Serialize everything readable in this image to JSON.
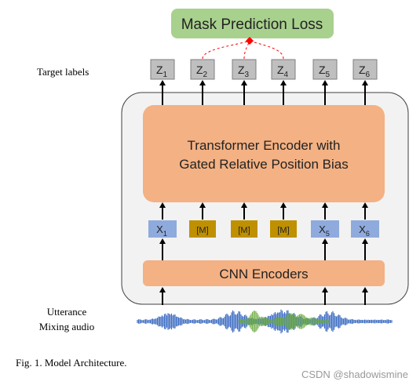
{
  "loss_label": "Mask Prediction Loss",
  "target_labels_caption": "Target labels",
  "targets": [
    {
      "base": "Z",
      "sub": "1"
    },
    {
      "base": "Z",
      "sub": "2"
    },
    {
      "base": "Z",
      "sub": "3"
    },
    {
      "base": "Z",
      "sub": "4"
    },
    {
      "base": "Z",
      "sub": "5"
    },
    {
      "base": "Z",
      "sub": "6"
    }
  ],
  "transformer_line1": "Transformer Encoder with",
  "transformer_line2": "Gated Relative Position Bias",
  "tokens": [
    {
      "base": "X",
      "sub": "1",
      "masked": false
    },
    {
      "base": "[M]",
      "sub": "",
      "masked": true
    },
    {
      "base": "[M]",
      "sub": "",
      "masked": true
    },
    {
      "base": "[M]",
      "sub": "",
      "masked": true
    },
    {
      "base": "X",
      "sub": "5",
      "masked": false
    },
    {
      "base": "X",
      "sub": "6",
      "masked": false
    }
  ],
  "cnn_label": "CNN Encoders",
  "audio_caption_line1": "Utterance",
  "audio_caption_line2": "Mixing  audio",
  "figure_caption": "Fig. 1.  Model Architecture.",
  "watermark": "CSDN @shadowismine",
  "colors": {
    "loss_fill": "#a9d18e",
    "orange": "#f4b183",
    "masked_token": "#bf9000",
    "unmasked_token": "#8faadc",
    "target_fill": "#bfbfbf",
    "panel_fill": "#f2f2f2",
    "mask_arrow": "#ff0000",
    "wave_blue": "#4472c4",
    "wave_green": "#70ad47"
  }
}
